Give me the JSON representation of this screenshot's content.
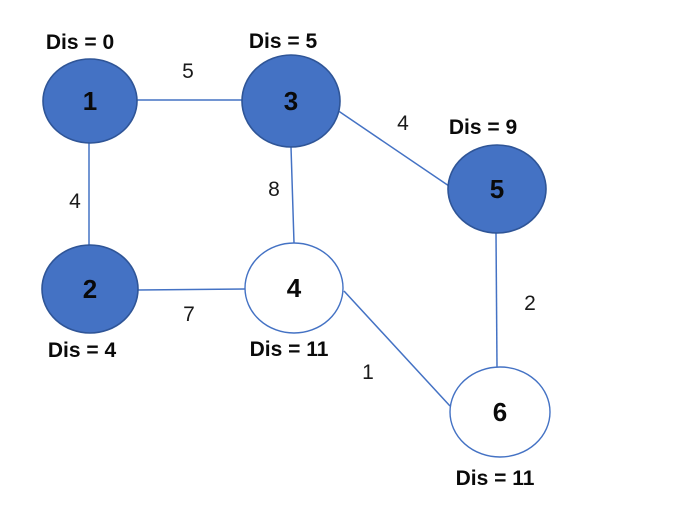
{
  "diagram": {
    "type": "weighted-undirected-graph",
    "description_visible": false
  },
  "colors": {
    "visited_fill": "#4472C4",
    "visited_stroke": "#2F5597",
    "unvisited_fill": "#FFFFFF",
    "unvisited_stroke": "#4472C4",
    "edge": "#4472C4",
    "text": "#0a0a0a"
  },
  "nodes": [
    {
      "id": "1",
      "label": "1",
      "dis_label": "Dis = 0",
      "state": "visited",
      "fill": "#4472C4",
      "stroke": "#2F5597"
    },
    {
      "id": "2",
      "label": "2",
      "dis_label": "Dis = 4",
      "state": "visited",
      "fill": "#4472C4",
      "stroke": "#2F5597"
    },
    {
      "id": "3",
      "label": "3",
      "dis_label": "Dis = 5",
      "state": "visited",
      "fill": "#4472C4",
      "stroke": "#2F5597"
    },
    {
      "id": "4",
      "label": "4",
      "dis_label": "Dis = 11",
      "state": "unvisited",
      "fill": "#FFFFFF",
      "stroke": "#4472C4"
    },
    {
      "id": "5",
      "label": "5",
      "dis_label": "Dis = 9",
      "state": "visited",
      "fill": "#4472C4",
      "stroke": "#2F5597"
    },
    {
      "id": "6",
      "label": "6",
      "dis_label": "Dis = 11",
      "state": "unvisited",
      "fill": "#FFFFFF",
      "stroke": "#4472C4"
    }
  ],
  "edges": [
    {
      "from": "1",
      "to": "3",
      "weight": "5"
    },
    {
      "from": "1",
      "to": "2",
      "weight": "4"
    },
    {
      "from": "3",
      "to": "4",
      "weight": "8"
    },
    {
      "from": "3",
      "to": "5",
      "weight": "4"
    },
    {
      "from": "2",
      "to": "4",
      "weight": "7"
    },
    {
      "from": "4",
      "to": "6",
      "weight": "1"
    },
    {
      "from": "5",
      "to": "6",
      "weight": "2"
    }
  ]
}
